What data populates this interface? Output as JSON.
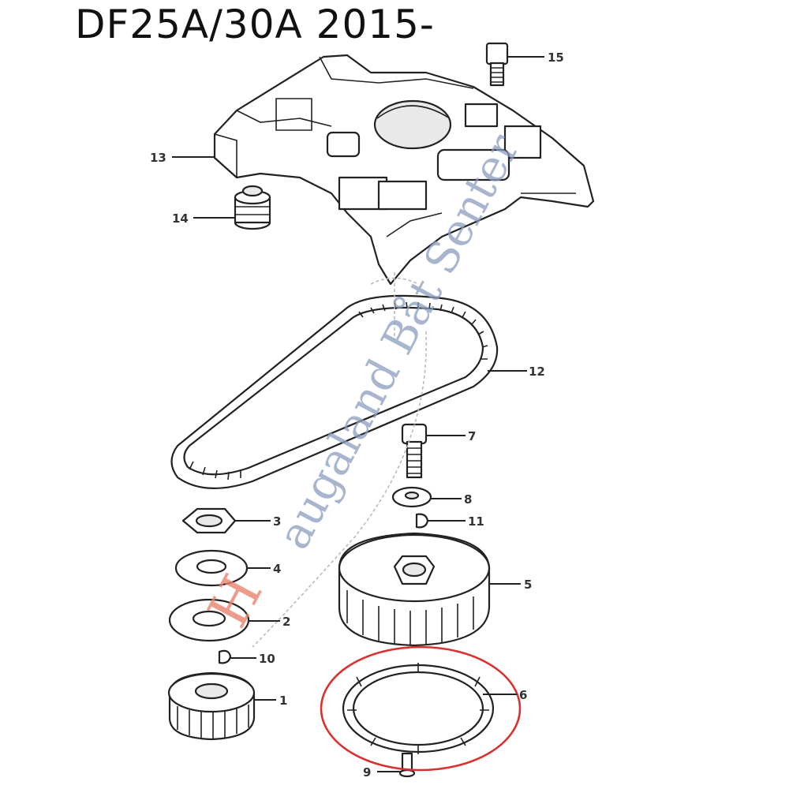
{
  "title": "DF25A/30A 2015-",
  "callouts": [
    {
      "id": "15",
      "label": "15"
    },
    {
      "id": "13",
      "label": "13"
    },
    {
      "id": "14",
      "label": "14"
    },
    {
      "id": "12",
      "label": "12"
    },
    {
      "id": "7",
      "label": "7"
    },
    {
      "id": "8",
      "label": "8"
    },
    {
      "id": "11",
      "label": "11"
    },
    {
      "id": "3",
      "label": "3"
    },
    {
      "id": "4",
      "label": "4"
    },
    {
      "id": "5",
      "label": "5"
    },
    {
      "id": "2",
      "label": "2"
    },
    {
      "id": "10",
      "label": "10"
    },
    {
      "id": "1",
      "label": "1"
    },
    {
      "id": "6",
      "label": "6"
    },
    {
      "id": "9",
      "label": "9"
    }
  ],
  "watermark": {
    "text_blue": "augaland Båt Senter",
    "text_red": "H",
    "color_blue": "#8b9dbf",
    "color_red": "#e9836f"
  },
  "highlight": {
    "part": "6",
    "color": "#d9322e"
  }
}
